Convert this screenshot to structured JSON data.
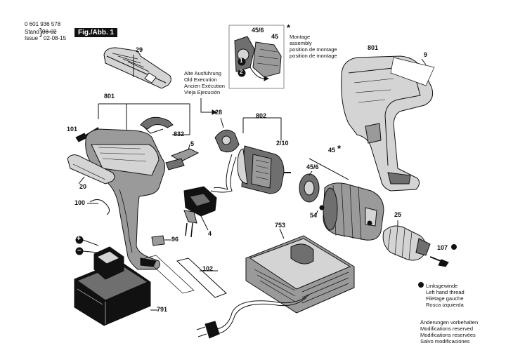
{
  "header": {
    "part_number": "0 601 936 578",
    "stand_label": "Stand",
    "stand_value": "98-02",
    "issue_label": "Issue",
    "issue_value": "02-08-15",
    "figure_label": "Fig./Abb. 1"
  },
  "notes": {
    "old_execution": [
      "Alte Ausführung",
      "Old Execution",
      "Ancien Exécution",
      "Vieja Ejecución"
    ],
    "assembly_star": "*",
    "assembly": [
      "Montage",
      "assembly",
      "position de montage",
      "position de montage"
    ],
    "left_thread": [
      "Linksgewinde",
      "Left hand thread",
      "Filetage gauche",
      "Rosca izquierda"
    ],
    "modifications": [
      "Änderungen vorbehalten",
      "Modifications reserved",
      "Modifications reservées",
      "Salvo modificaciones"
    ]
  },
  "part_labels": {
    "p29": "29",
    "p801_left": "801",
    "p832": "832",
    "p101": "101",
    "p5": "5",
    "p20": "20",
    "p100": "100",
    "p4": "4",
    "p96": "96",
    "p102": "102",
    "p791": "791",
    "p28": "28",
    "p802": "802",
    "p2_10": "2/10",
    "p45_6_top": "45/6",
    "p45_top": "45",
    "p45_mid": "45",
    "p45_6_mid": "45/6",
    "p54": "54",
    "p25": "25",
    "p107": "107",
    "p753": "753",
    "p801_right": "801",
    "p9": "9",
    "circle_1": "1",
    "circle_2": "2",
    "plus_sign": "+",
    "minus_sign": "–"
  },
  "colors": {
    "ink": "#111111",
    "shade": "#9a9a9a",
    "light": "#d4d4d4",
    "mid": "#6f6f6f"
  }
}
